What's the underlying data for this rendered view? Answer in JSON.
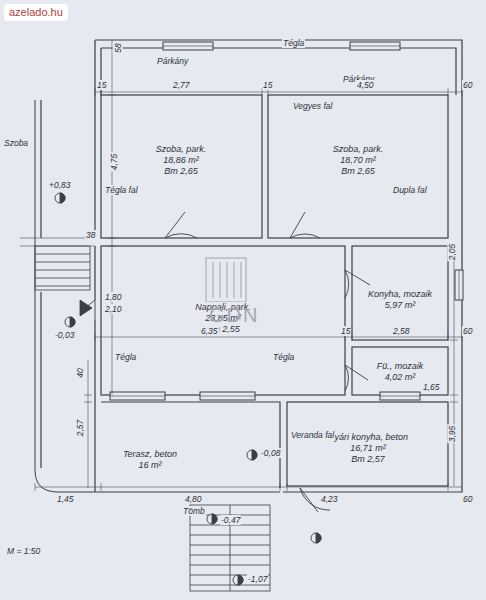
{
  "diagram": {
    "nodes": [
      {
        "text": [
          "Szoba, park.",
          "18,86 m²",
          "Bm 2,65"
        ]
      },
      {
        "text": [
          "Szoba, park.",
          "18,70 m²",
          "Bm 2,65"
        ]
      },
      {
        "text": [
          "Nappali, park.",
          "23,85 m²",
          "Bm 2,55"
        ]
      },
      {
        "text": [
          "Konyha, mozaik",
          "5,97 m²"
        ]
      },
      {
        "text": [
          "Fü., mozaik",
          "4,02 m²"
        ]
      },
      {
        "text": [
          "Terasz, beton",
          "16 m²"
        ]
      },
      {
        "text": [
          "Nyári konyha, beton",
          "16,71 m²",
          "Bm 2,57"
        ]
      }
    ],
    "labels": [
      "azelado.hu",
      "Tégla",
      "Párkány",
      "Párkány",
      "58",
      "15",
      "2,77",
      "15",
      "4,50",
      "60",
      "4,75",
      "Vegyes fal",
      "Szoba",
      "Tégla fal",
      "Dupla fal",
      "+0,83",
      "38",
      "1,80",
      "2,10",
      "-0,03",
      "6,35",
      "2,05",
      "15",
      "2,58",
      "60",
      "Tégla",
      "Tégla",
      "40",
      "1,65",
      "2,57",
      "-0,08",
      "Veranda fal",
      "3,95",
      "1,45",
      "4,80",
      "4,23",
      "60",
      "Tömb",
      "-0,47",
      "-1,07",
      "M = 1:50",
      "GDN"
    ]
  }
}
